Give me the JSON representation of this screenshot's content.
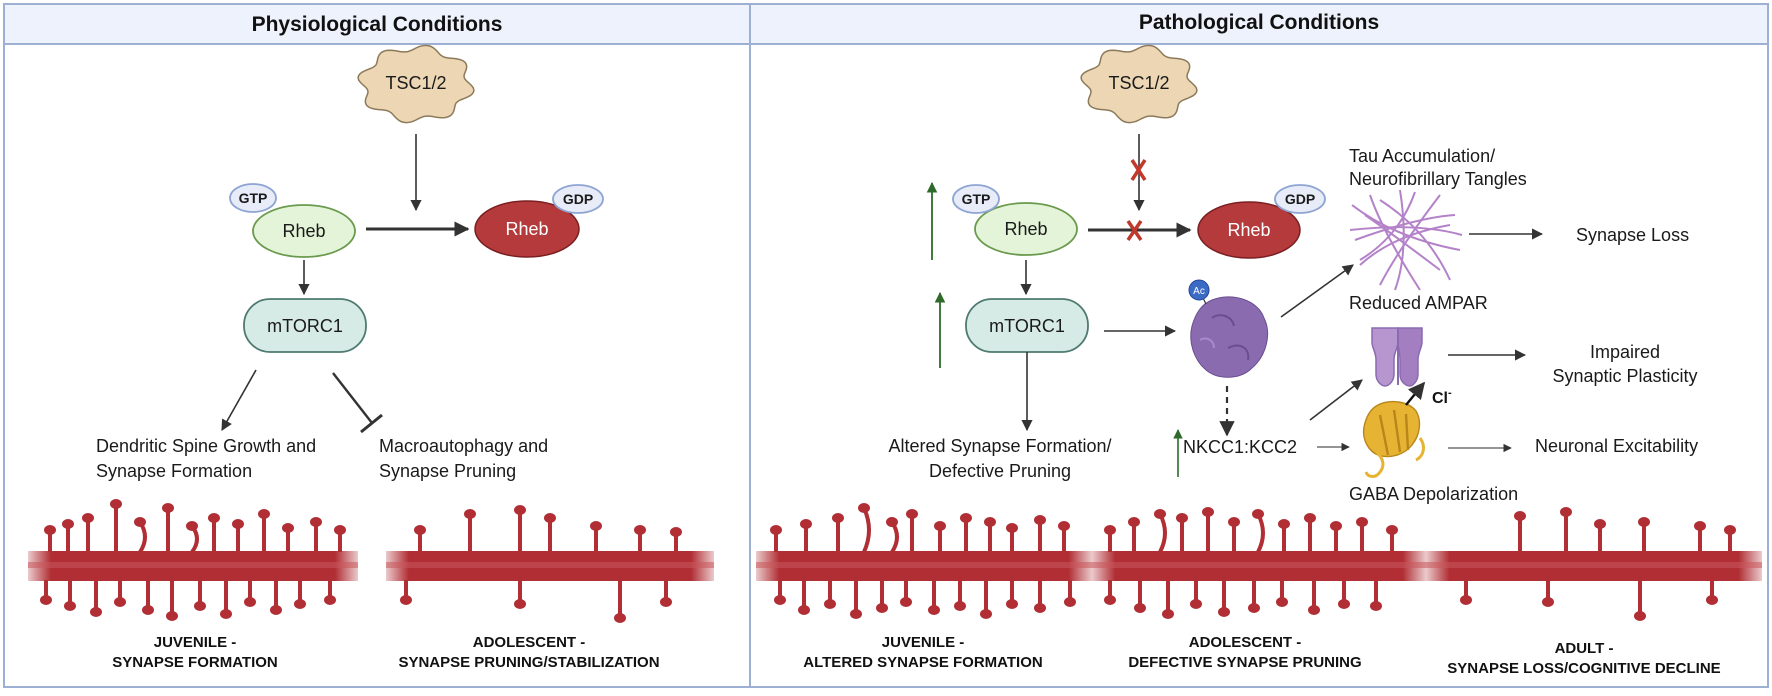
{
  "panels": {
    "physiological": {
      "title": "Physiological Conditions",
      "tsc": "TSC1/2",
      "gtp": "GTP",
      "gdp": "GDP",
      "rheb_active": "Rheb",
      "rheb_inactive": "Rheb",
      "mtorc1": "mTORC1",
      "outcome_left": [
        "Dendritic Spine Growth and",
        "Synapse Formation"
      ],
      "outcome_right": [
        "Macroautophagy and",
        "Synapse Pruning"
      ],
      "stages": [
        {
          "line1": "JUVENILE -",
          "line2": "SYNAPSE FORMATION"
        },
        {
          "line1": "ADOLESCENT -",
          "line2": "SYNAPSE PRUNING/STABILIZATION"
        }
      ]
    },
    "pathological": {
      "title": "Pathological Conditions",
      "tsc": "TSC1/2",
      "gtp": "GTP",
      "gdp": "GDP",
      "rheb_active": "Rheb",
      "rheb_inactive": "Rheb",
      "mtorc1": "mTORC1",
      "ac": "Ac",
      "altered": [
        "Altered Synapse Formation/",
        "Defective Pruning"
      ],
      "nkcc": "NKCC1:KCC2",
      "tau": [
        "Tau Accumulation/",
        "Neurofibrillary Tangles"
      ],
      "ampar": "Reduced AMPAR",
      "cl": "Cl",
      "cl_sup": "-",
      "gaba": "GABA Depolarization",
      "synapse_loss": "Synapse Loss",
      "impaired": [
        "Impaired",
        "Synaptic Plasticity"
      ],
      "excitability": "Neuronal Excitability",
      "stages": [
        {
          "line1": "JUVENILE -",
          "line2": "ALTERED SYNAPSE FORMATION"
        },
        {
          "line1": "ADOLESCENT -",
          "line2": "DEFECTIVE SYNAPSE PRUNING"
        },
        {
          "line1": "ADULT -",
          "line2": "SYNAPSE LOSS/COGNITIVE DECLINE"
        }
      ]
    }
  },
  "colors": {
    "frame": "#9db0d3",
    "header_bg": "#edf2fc",
    "tsc_fill": "#ecd6b4",
    "tsc_stroke": "#8c7a5a",
    "rheb_active_fill": "#e4f4d8",
    "rheb_active_stroke": "#6a9a4e",
    "rheb_inactive_fill": "#b53a3b",
    "mtorc_fill": "#d7ebe6",
    "mtorc_stroke": "#4e7a70",
    "pill_fill": "#e7ecf8",
    "pill_stroke": "#8ea4d2",
    "dendrite": "#b02e34",
    "dendrite_light": "#e9bcbc",
    "inhibit_x": "#c0392b",
    "up_arrow": "#2e6b2a",
    "protein_purple": "#8a6bb0",
    "tangle": "#b482c8",
    "gaba_gold": "#e7b332"
  }
}
